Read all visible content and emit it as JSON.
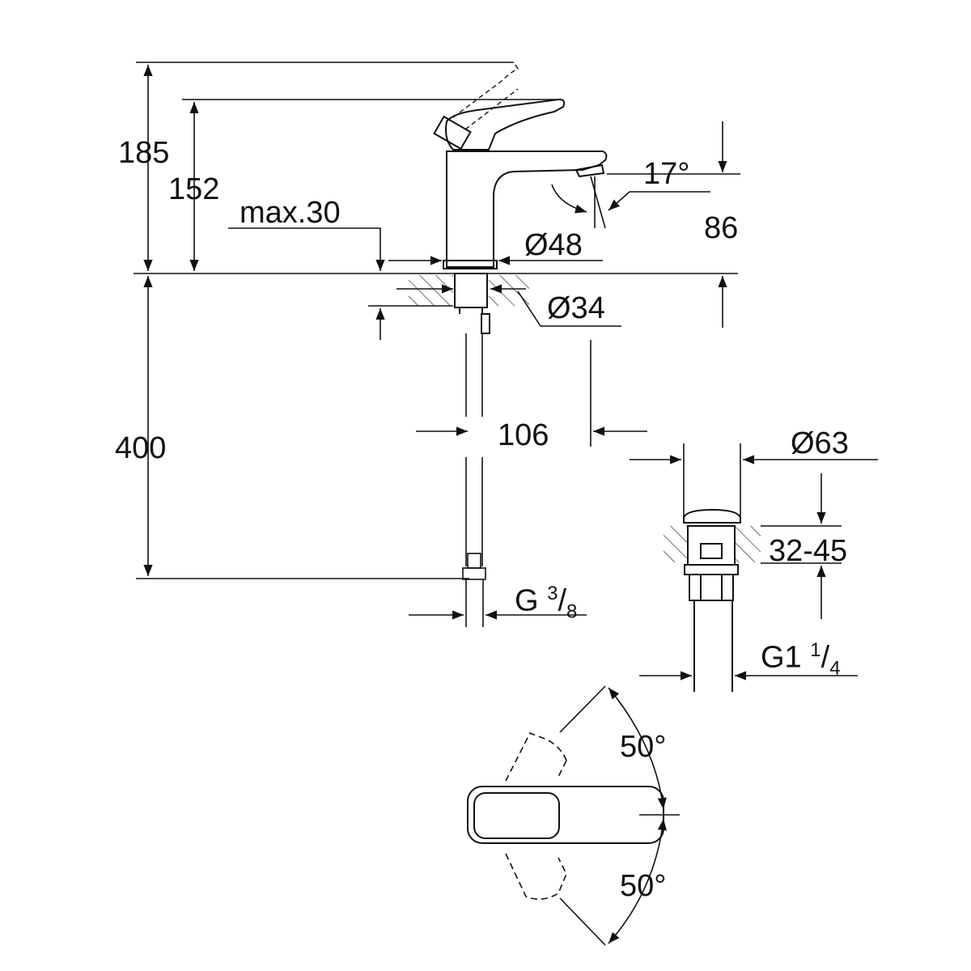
{
  "dimensions": {
    "height_total": "185",
    "height_spout": "152",
    "max_deck": "max.30",
    "spout_angle": "17°",
    "spout_height": "86",
    "base_diameter": "Ø48",
    "hole_diameter": "Ø34",
    "projection": "106",
    "hose_length": "400",
    "waste_diameter": "Ø63",
    "waste_thickness": "32-45",
    "hose_thread": {
      "main": "G",
      "num": "3",
      "den": "8"
    },
    "waste_thread": {
      "main": "G1",
      "num": "1",
      "den": "4"
    },
    "handle_angle_left": "50°",
    "handle_angle_right": "50°"
  },
  "colors": {
    "line": "#111111",
    "background": "#ffffff"
  }
}
